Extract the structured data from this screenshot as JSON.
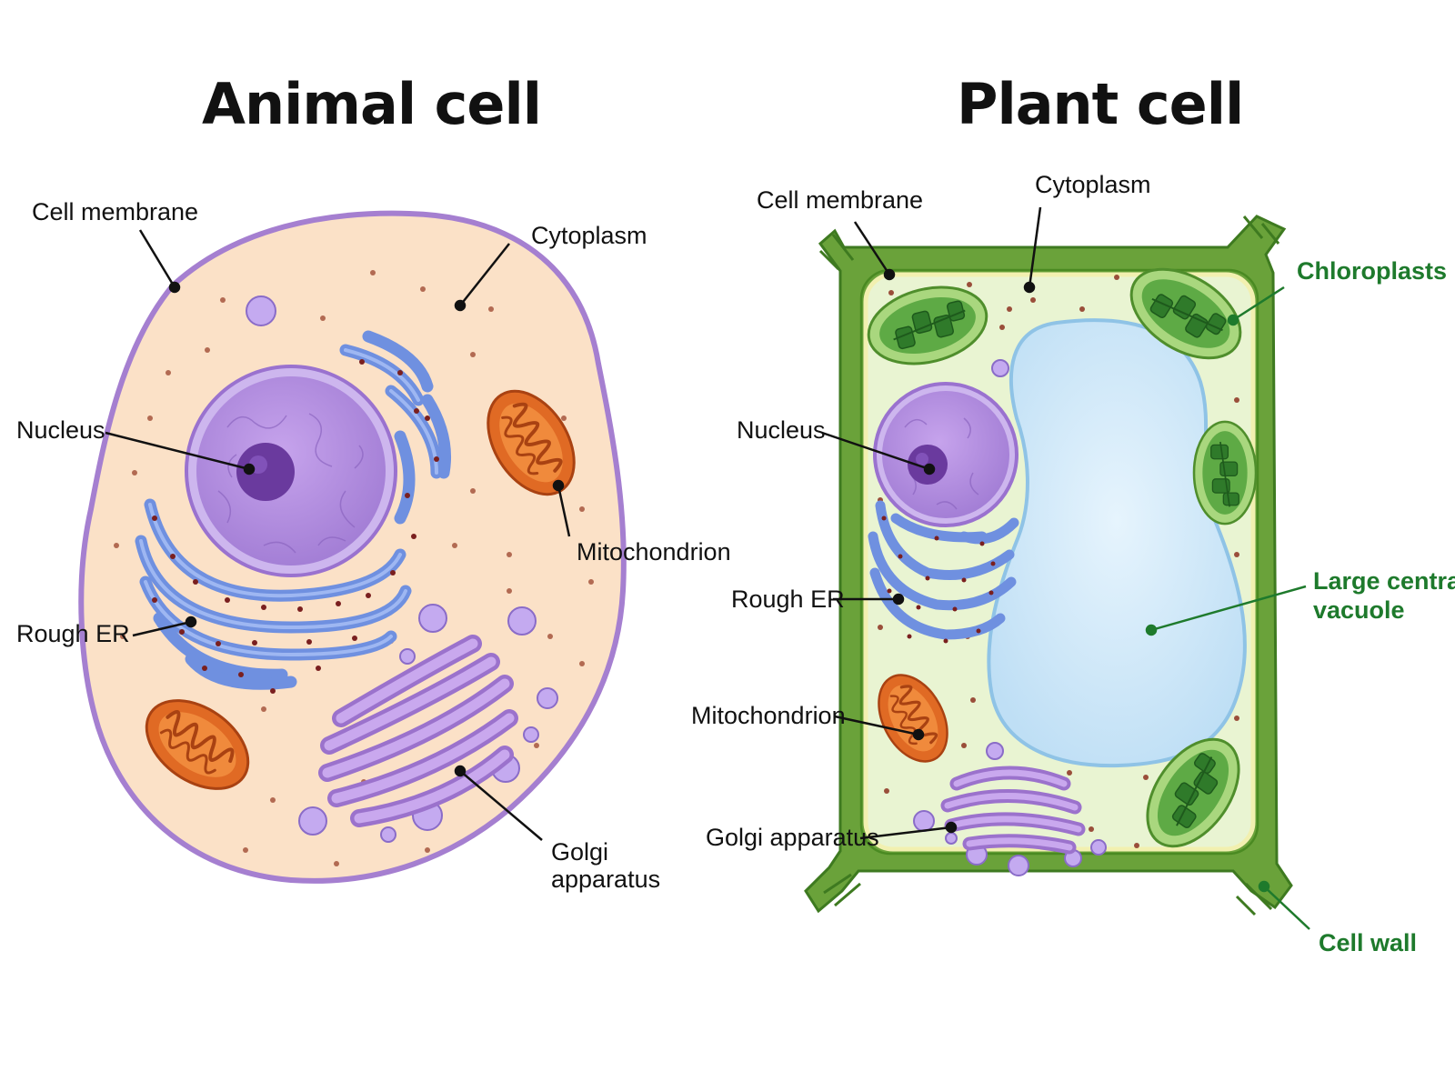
{
  "animal": {
    "title": "Animal cell",
    "labels": {
      "cell_membrane": "Cell membrane",
      "cytoplasm": "Cytoplasm",
      "nucleus": "Nucleus",
      "mitochondrion": "Mitochondrion",
      "rough_er": "Rough ER",
      "golgi_line1": "Golgi",
      "golgi_line2": "apparatus"
    }
  },
  "plant": {
    "title": "Plant cell",
    "labels": {
      "cell_membrane": "Cell membrane",
      "cytoplasm": "Cytoplasm",
      "chloroplasts": "Chloroplasts",
      "nucleus": "Nucleus",
      "rough_er": "Rough ER",
      "vacuole_line1": "Large central",
      "vacuole_line2": "vacuole",
      "mitochondrion": "Mitochondrion",
      "golgi": "Golgi apparatus",
      "cell_wall": "Cell wall"
    }
  },
  "colors": {
    "animal_cytoplasm": "#fbe1c7",
    "animal_membrane": "#a57fd0",
    "nucleus": "#b58ee0",
    "nucleolus": "#6a3a9e",
    "rough_er": "#7b9ce8",
    "ribosome": "#7a1f1f",
    "mitochondrion": "#e0712b",
    "golgi": "#b48ad8",
    "cell_wall": "#6aa23a",
    "plant_cytoplasm": "#e9f4d2",
    "chloroplast": "#4e9a3a",
    "vacuole": "#d7ecfa",
    "label_green": "#1e7a2c"
  }
}
